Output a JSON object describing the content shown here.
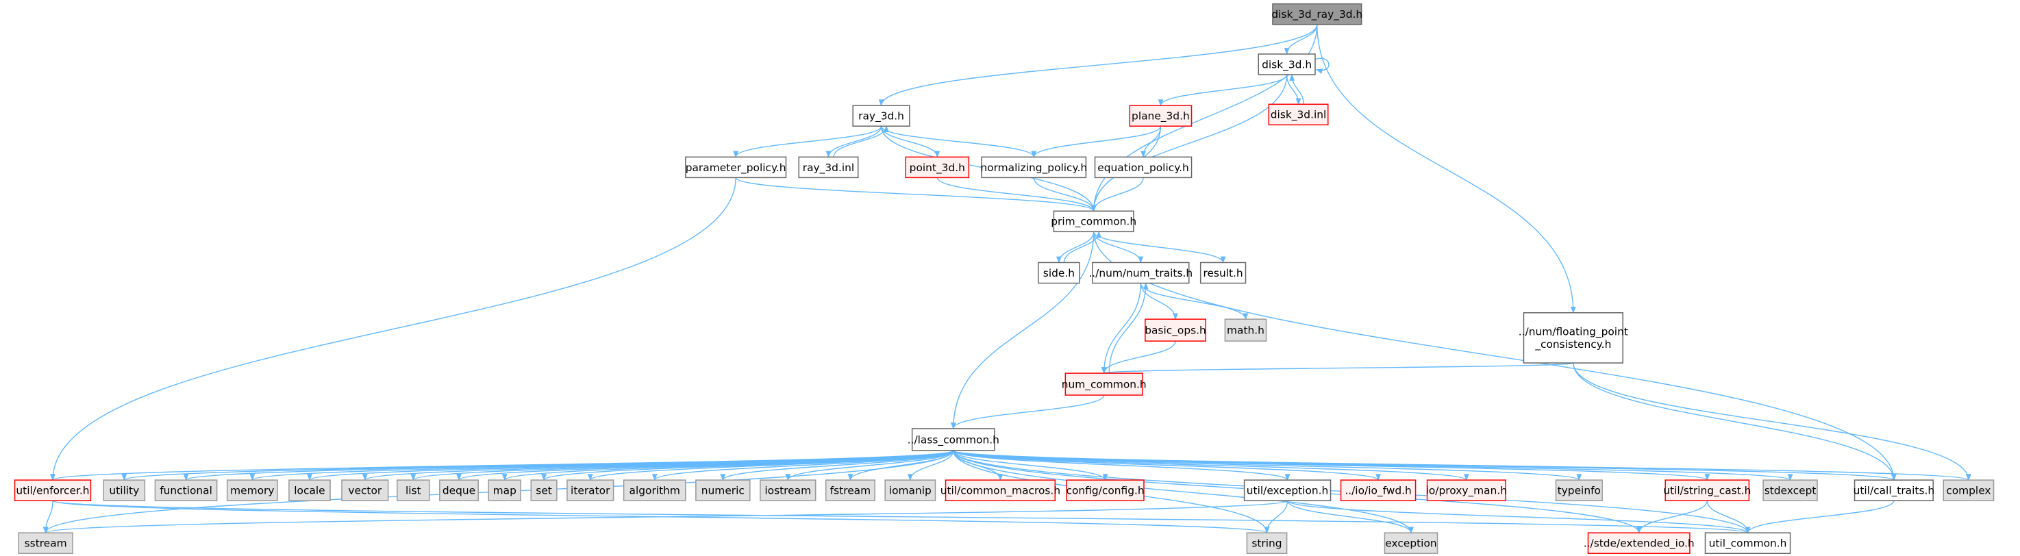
{
  "title": "disk_3d_ray_3d.h",
  "colors": {
    "edge": "#63b8ff",
    "root_fill": "#999999",
    "root_border": "#666666",
    "normal_fill": "#ffffff",
    "normal_border": "#666666",
    "system_fill": "#e0e0e0",
    "system_border": "#999999",
    "truncated_fill": "#fff0f0",
    "truncated_border": "#ff0000"
  },
  "nodes": [
    {
      "id": "root",
      "label": [
        "disk_3d_ray_3d.h"
      ],
      "kind": "root"
    },
    {
      "id": "disk_3d",
      "label": [
        "disk_3d.h"
      ],
      "kind": "normal"
    },
    {
      "id": "disk_3d_inl",
      "label": [
        "disk_3d.inl"
      ],
      "kind": "truncated"
    },
    {
      "id": "plane_3d",
      "label": [
        "plane_3d.h"
      ],
      "kind": "truncated"
    },
    {
      "id": "ray_3d",
      "label": [
        "ray_3d.h"
      ],
      "kind": "normal"
    },
    {
      "id": "parameter_policy",
      "label": [
        "parameter_policy.h"
      ],
      "kind": "normal"
    },
    {
      "id": "ray_3d_inl",
      "label": [
        "ray_3d.inl"
      ],
      "kind": "normal"
    },
    {
      "id": "point_3d",
      "label": [
        "point_3d.h"
      ],
      "kind": "truncated"
    },
    {
      "id": "normalizing_policy",
      "label": [
        "normalizing_policy.h"
      ],
      "kind": "normal"
    },
    {
      "id": "equation_policy",
      "label": [
        "equation_policy.h"
      ],
      "kind": "normal"
    },
    {
      "id": "prim_common",
      "label": [
        "prim_common.h"
      ],
      "kind": "normal"
    },
    {
      "id": "side",
      "label": [
        "side.h"
      ],
      "kind": "normal"
    },
    {
      "id": "num_traits",
      "label": [
        "../num/num_traits.h"
      ],
      "kind": "normal"
    },
    {
      "id": "result",
      "label": [
        "result.h"
      ],
      "kind": "normal"
    },
    {
      "id": "basic_ops",
      "label": [
        "basic_ops.h"
      ],
      "kind": "truncated"
    },
    {
      "id": "math",
      "label": [
        "math.h"
      ],
      "kind": "system"
    },
    {
      "id": "floating_point",
      "label": [
        "../num/floating_point",
        "_consistency.h"
      ],
      "kind": "normal"
    },
    {
      "id": "num_common",
      "label": [
        "num_common.h"
      ],
      "kind": "truncated"
    },
    {
      "id": "lass_common",
      "label": [
        "../lass_common.h"
      ],
      "kind": "normal"
    },
    {
      "id": "enforcer",
      "label": [
        "util/enforcer.h"
      ],
      "kind": "truncated"
    },
    {
      "id": "utility",
      "label": [
        "utility"
      ],
      "kind": "system"
    },
    {
      "id": "functional",
      "label": [
        "functional"
      ],
      "kind": "system"
    },
    {
      "id": "memory",
      "label": [
        "memory"
      ],
      "kind": "system"
    },
    {
      "id": "locale",
      "label": [
        "locale"
      ],
      "kind": "system"
    },
    {
      "id": "vector",
      "label": [
        "vector"
      ],
      "kind": "system"
    },
    {
      "id": "list",
      "label": [
        "list"
      ],
      "kind": "system"
    },
    {
      "id": "deque",
      "label": [
        "deque"
      ],
      "kind": "system"
    },
    {
      "id": "map",
      "label": [
        "map"
      ],
      "kind": "system"
    },
    {
      "id": "set",
      "label": [
        "set"
      ],
      "kind": "system"
    },
    {
      "id": "iterator",
      "label": [
        "iterator"
      ],
      "kind": "system"
    },
    {
      "id": "algorithm",
      "label": [
        "algorithm"
      ],
      "kind": "system"
    },
    {
      "id": "numeric",
      "label": [
        "numeric"
      ],
      "kind": "system"
    },
    {
      "id": "iostream",
      "label": [
        "iostream"
      ],
      "kind": "system"
    },
    {
      "id": "fstream",
      "label": [
        "fstream"
      ],
      "kind": "system"
    },
    {
      "id": "iomanip",
      "label": [
        "iomanip"
      ],
      "kind": "system"
    },
    {
      "id": "common_macros",
      "label": [
        "util/common_macros.h"
      ],
      "kind": "truncated"
    },
    {
      "id": "config",
      "label": [
        "config/config.h"
      ],
      "kind": "truncated"
    },
    {
      "id": "exception_h",
      "label": [
        "util/exception.h"
      ],
      "kind": "normal"
    },
    {
      "id": "io_fwd",
      "label": [
        "../io/io_fwd.h"
      ],
      "kind": "truncated"
    },
    {
      "id": "proxy_man",
      "label": [
        "io/proxy_man.h"
      ],
      "kind": "truncated"
    },
    {
      "id": "typeinfo",
      "label": [
        "typeinfo"
      ],
      "kind": "system"
    },
    {
      "id": "string_cast",
      "label": [
        "util/string_cast.h"
      ],
      "kind": "truncated"
    },
    {
      "id": "stdexcept",
      "label": [
        "stdexcept"
      ],
      "kind": "system"
    },
    {
      "id": "call_traits",
      "label": [
        "util/call_traits.h"
      ],
      "kind": "normal"
    },
    {
      "id": "complex",
      "label": [
        "complex"
      ],
      "kind": "system"
    },
    {
      "id": "sstream",
      "label": [
        "sstream"
      ],
      "kind": "system"
    },
    {
      "id": "string",
      "label": [
        "string"
      ],
      "kind": "system"
    },
    {
      "id": "exception",
      "label": [
        "exception"
      ],
      "kind": "system"
    },
    {
      "id": "extended_io",
      "label": [
        "../stde/extended_io.h"
      ],
      "kind": "truncated"
    },
    {
      "id": "util_common",
      "label": [
        "util_common.h"
      ],
      "kind": "normal"
    }
  ],
  "edges": [
    [
      "root",
      "disk_3d"
    ],
    [
      "root",
      "ray_3d"
    ],
    [
      "root",
      "prim_common"
    ],
    [
      "root",
      "floating_point"
    ],
    [
      "disk_3d",
      "disk_3d"
    ],
    [
      "disk_3d",
      "plane_3d"
    ],
    [
      "disk_3d",
      "disk_3d_inl"
    ],
    [
      "disk_3d",
      "prim_common"
    ],
    [
      "disk_3d_inl",
      "disk_3d"
    ],
    [
      "plane_3d",
      "normalizing_policy"
    ],
    [
      "plane_3d",
      "equation_policy"
    ],
    [
      "plane_3d",
      "prim_common"
    ],
    [
      "ray_3d",
      "parameter_policy"
    ],
    [
      "ray_3d",
      "ray_3d_inl"
    ],
    [
      "ray_3d",
      "point_3d"
    ],
    [
      "ray_3d",
      "normalizing_policy"
    ],
    [
      "ray_3d",
      "prim_common"
    ],
    [
      "ray_3d_inl",
      "ray_3d"
    ],
    [
      "parameter_policy",
      "prim_common"
    ],
    [
      "parameter_policy",
      "enforcer"
    ],
    [
      "point_3d",
      "prim_common"
    ],
    [
      "normalizing_policy",
      "prim_common"
    ],
    [
      "equation_policy",
      "prim_common"
    ],
    [
      "prim_common",
      "side"
    ],
    [
      "prim_common",
      "num_traits"
    ],
    [
      "prim_common",
      "result"
    ],
    [
      "prim_common",
      "lass_common"
    ],
    [
      "prim_common",
      "call_traits"
    ],
    [
      "side",
      "prim_common"
    ],
    [
      "num_traits",
      "basic_ops"
    ],
    [
      "num_traits",
      "math"
    ],
    [
      "num_traits",
      "num_common"
    ],
    [
      "num_common",
      "num_traits"
    ],
    [
      "num_common",
      "lass_common"
    ],
    [
      "basic_ops",
      "num_common"
    ],
    [
      "floating_point",
      "num_common"
    ],
    [
      "floating_point",
      "call_traits"
    ],
    [
      "floating_point",
      "complex"
    ],
    [
      "lass_common",
      "enforcer"
    ],
    [
      "lass_common",
      "utility"
    ],
    [
      "lass_common",
      "functional"
    ],
    [
      "lass_common",
      "memory"
    ],
    [
      "lass_common",
      "locale"
    ],
    [
      "lass_common",
      "vector"
    ],
    [
      "lass_common",
      "list"
    ],
    [
      "lass_common",
      "deque"
    ],
    [
      "lass_common",
      "map"
    ],
    [
      "lass_common",
      "set"
    ],
    [
      "lass_common",
      "iterator"
    ],
    [
      "lass_common",
      "algorithm"
    ],
    [
      "lass_common",
      "numeric"
    ],
    [
      "lass_common",
      "iostream"
    ],
    [
      "lass_common",
      "fstream"
    ],
    [
      "lass_common",
      "iomanip"
    ],
    [
      "lass_common",
      "common_macros"
    ],
    [
      "lass_common",
      "config"
    ],
    [
      "lass_common",
      "exception_h"
    ],
    [
      "lass_common",
      "io_fwd"
    ],
    [
      "lass_common",
      "proxy_man"
    ],
    [
      "lass_common",
      "typeinfo"
    ],
    [
      "lass_common",
      "string_cast"
    ],
    [
      "lass_common",
      "stdexcept"
    ],
    [
      "lass_common",
      "call_traits"
    ],
    [
      "lass_common",
      "complex"
    ],
    [
      "lass_common",
      "sstream"
    ],
    [
      "lass_common",
      "string"
    ],
    [
      "lass_common",
      "exception"
    ],
    [
      "lass_common",
      "extended_io"
    ],
    [
      "lass_common",
      "util_common"
    ],
    [
      "enforcer",
      "sstream"
    ],
    [
      "enforcer",
      "string"
    ],
    [
      "enforcer",
      "util_common"
    ],
    [
      "exception_h",
      "sstream"
    ],
    [
      "exception_h",
      "string"
    ],
    [
      "exception_h",
      "exception"
    ],
    [
      "exception_h",
      "util_common"
    ],
    [
      "string_cast",
      "extended_io"
    ],
    [
      "string_cast",
      "util_common"
    ],
    [
      "call_traits",
      "util_common"
    ]
  ]
}
